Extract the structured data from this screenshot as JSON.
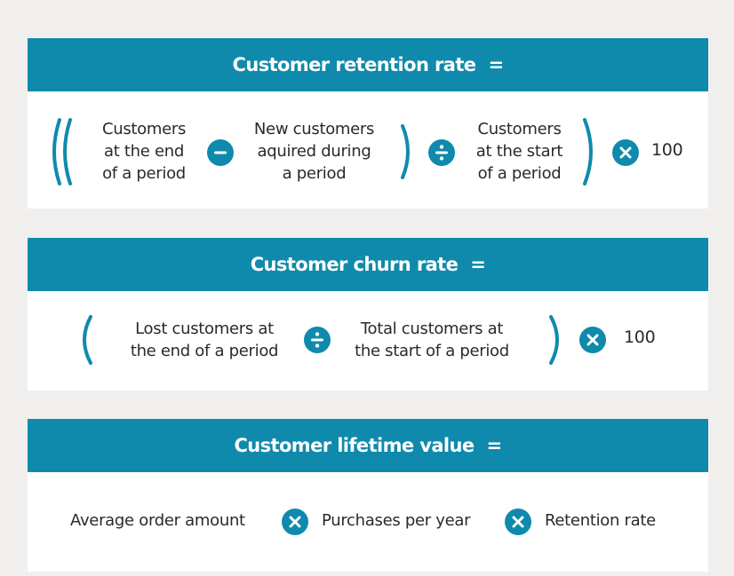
{
  "colors": {
    "background": "#f1efee",
    "card": "#ffffff",
    "accent": "#0f8aac",
    "text": "#2a2a2a"
  },
  "retention": {
    "title": "Customer retention rate",
    "equals": "=",
    "term1": [
      "Customers",
      "at the end",
      "of a period"
    ],
    "term2": [
      "New customers",
      "aquired during",
      "a period"
    ],
    "term3": [
      "Customers",
      "at the start",
      "of a period"
    ],
    "multiplier": "100",
    "icons": [
      "minus-icon",
      "divide-icon",
      "times-icon"
    ]
  },
  "churn": {
    "title": "Customer churn rate",
    "equals": "=",
    "term1": [
      "Lost customers at",
      "the end of a period"
    ],
    "term2": [
      "Total customers at",
      "the start of a period"
    ],
    "multiplier": "100",
    "icons": [
      "divide-icon",
      "times-icon"
    ]
  },
  "clv": {
    "title": "Customer lifetime value",
    "equals": "=",
    "term1": "Average order amount",
    "term2": "Purchases per year",
    "term3": "Retention rate",
    "icons": [
      "times-icon",
      "times-icon"
    ]
  }
}
